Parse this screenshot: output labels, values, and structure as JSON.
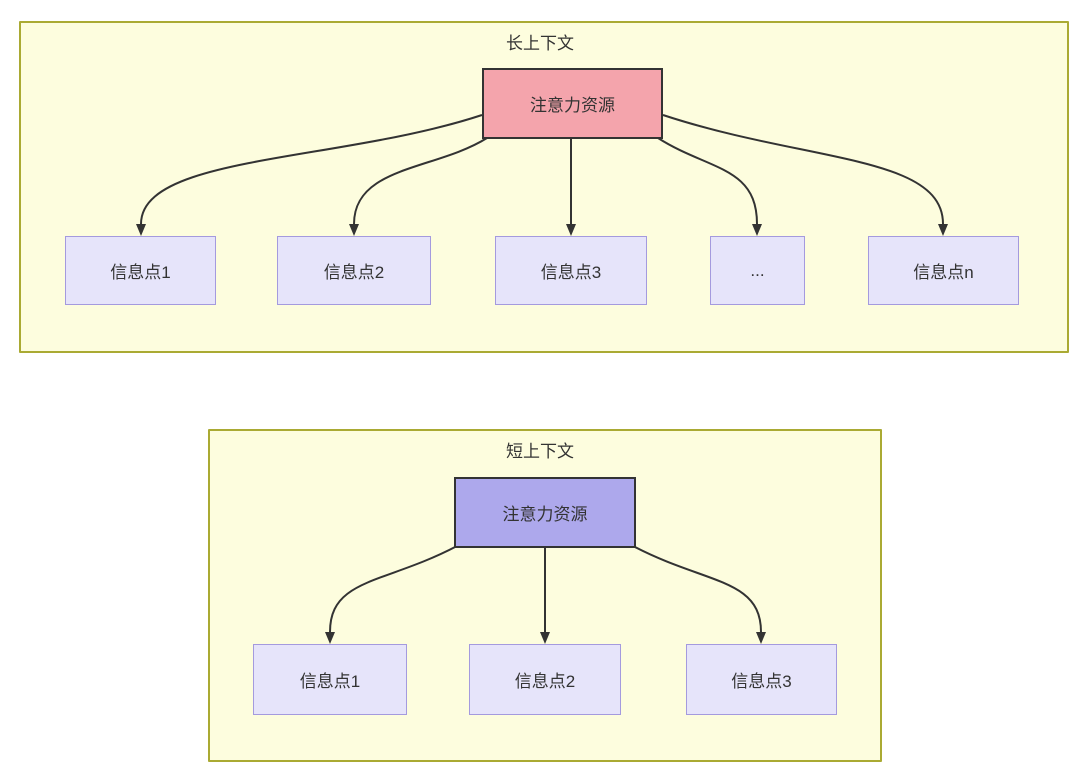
{
  "colors": {
    "container_fill": "#fdfdde",
    "container_border": "#aaaa33",
    "attention_long_fill": "#f4a4ac",
    "attention_short_fill": "#ada8ec",
    "info_fill": "#e6e4fa",
    "info_border": "#a49ade",
    "edge_color": "#333333",
    "text_color": "#333333"
  },
  "long_context": {
    "title": "长上下文",
    "attention_label": "注意力资源",
    "info_points": [
      "信息点1",
      "信息点2",
      "信息点3",
      "...",
      "信息点n"
    ]
  },
  "short_context": {
    "title": "短上下文",
    "attention_label": "注意力资源",
    "info_points": [
      "信息点1",
      "信息点2",
      "信息点3"
    ]
  }
}
